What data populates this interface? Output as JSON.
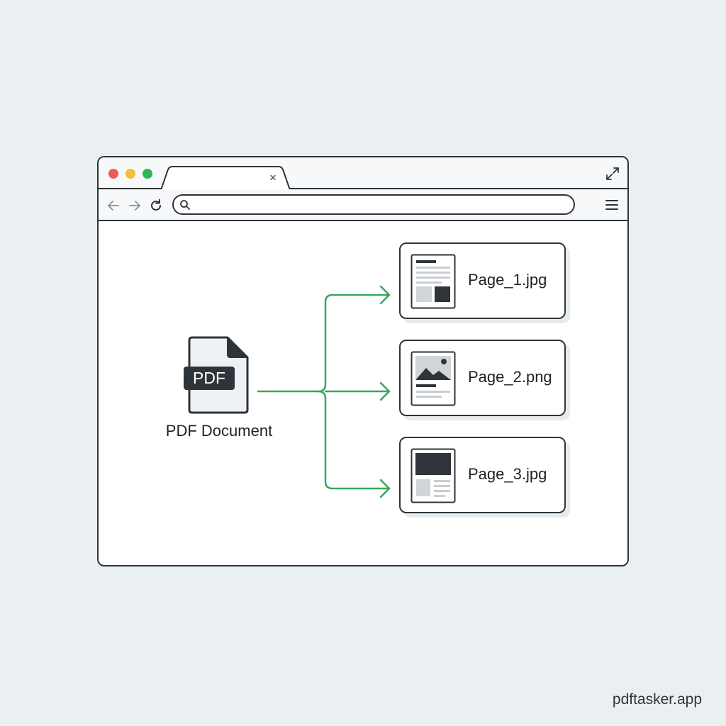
{
  "browser": {
    "tab": {
      "close_symbol": "×"
    },
    "address_bar": {
      "value": "",
      "placeholder": ""
    },
    "icons": {
      "window_controls": [
        "close-dot",
        "minimize-dot",
        "maximize-dot"
      ],
      "expand": "expand-icon",
      "back": "arrow-left-icon",
      "forward": "arrow-right-icon",
      "reload": "reload-icon",
      "search": "search-icon",
      "menu": "hamburger-menu-icon"
    }
  },
  "source": {
    "badge": "PDF",
    "label": "PDF Document"
  },
  "outputs": [
    {
      "name": "Page_1.jpg",
      "thumbnail": "text-layout"
    },
    {
      "name": "Page_2.png",
      "thumbnail": "image-layout"
    },
    {
      "name": "Page_3.jpg",
      "thumbnail": "banner-layout"
    }
  ],
  "watermark": "pdftasker.app",
  "colors": {
    "background": "#eaeff1",
    "outline": "#2f343a",
    "connector": "#3aa55d",
    "close": "#ec5b56",
    "minimize": "#f3bf3f",
    "maximize": "#2fb457"
  }
}
